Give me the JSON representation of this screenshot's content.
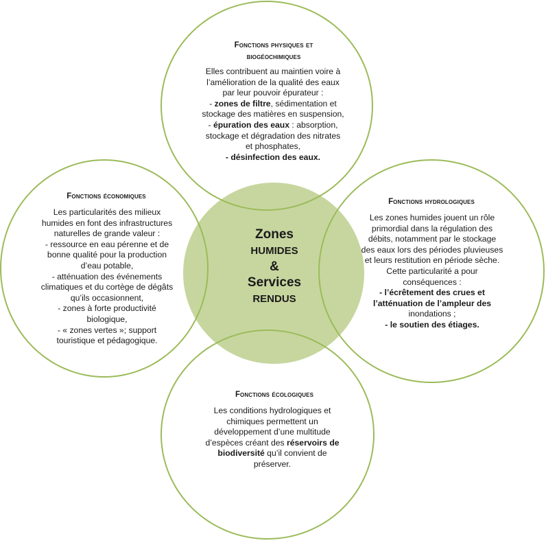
{
  "center": {
    "line1": "Zones",
    "line2": "humides",
    "line3": "&",
    "line4": "Services",
    "line5": "rendus"
  },
  "top": {
    "title_line1": "Fonctions physiques et",
    "title_line2": "biogéochimiques",
    "lines": [
      "Elles contribuent au maintien voire à",
      "l’amélioration de la qualité des eaux",
      "par leur pouvoir épurateur :",
      "- ",
      "zones de filtre",
      ", sédimentation et",
      "stockage des matières en suspension,",
      "- ",
      "épuration des eaux",
      " : absorption,",
      "stockage et dégradation des nitrates",
      "et phosphates,",
      "- désinfection des eaux."
    ]
  },
  "left": {
    "title": "Fonctions économiques",
    "lines": [
      "Les particularités des milieux",
      "humides en font des infrastructures",
      "naturelles de grande valeur :",
      "- ressource en eau pérenne et de",
      "bonne qualité pour la production",
      "d’eau potable,",
      "- atténuation des événements",
      "climatiques et du cortège de dégâts",
      "qu’ils occasionnent,",
      "- zones à forte productivité",
      "biologique,",
      "- « zones vertes »; support",
      "touristique et pédagogique."
    ]
  },
  "right": {
    "title": "Fonctions hydrologiques",
    "lines": [
      "Les zones humides jouent un rôle",
      "primordial dans la régulation des",
      "débits, notamment par le  stockage",
      "des eaux lors des périodes pluvieuses",
      "et leurs restitution en période sèche.",
      "Cette particularité a pour",
      "conséquences :",
      "- l’écrêtement des crues et",
      "l’atténuation de l’ampleur des",
      "inondations ;",
      "- le soutien des étiages."
    ]
  },
  "bottom": {
    "title": "Fonctions écologiques",
    "lines": [
      "Les conditions hydrologiques et",
      "chimiques permettent un",
      "développement d’une multitude",
      "d’espèces créant des ",
      "réservoirs de",
      "biodiversité",
      " qu’il convient de",
      "préserver."
    ]
  },
  "colors": {
    "ring": "#9bbb59",
    "center_fill": "#c7d69f"
  }
}
